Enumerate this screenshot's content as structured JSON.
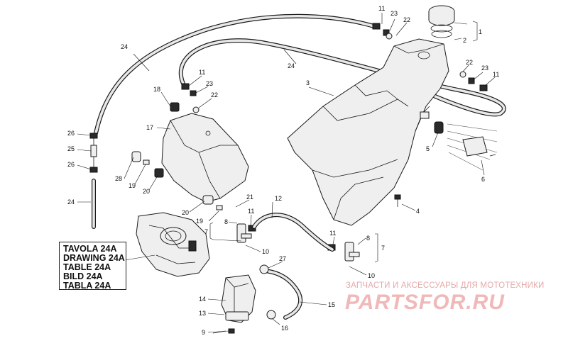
{
  "reference_box": {
    "lines": [
      "TAVOLA 24A",
      "DRAWING 24A",
      "TABLE 24A",
      "BILD 24A",
      "TABLA 24A"
    ]
  },
  "watermark": {
    "caption": "ЗАПЧАСТИ И АКСЕССУАРЫ ДЛЯ МОТОТЕХНИКИ",
    "logo": "PARTSFOR.RU",
    "color": "#f0b8b8"
  },
  "callouts": {
    "c1": "1",
    "c2": "2",
    "c3": "3",
    "c4": "4",
    "c5": "5",
    "c6": "6",
    "c7a": "7",
    "c7b": "7",
    "c8a": "8",
    "c8b": "8",
    "c9": "9",
    "c10a": "10",
    "c10b": "10",
    "c11a": "11",
    "c11b": "11",
    "c11c": "11",
    "c11d": "11",
    "c11e": "11",
    "c12": "12",
    "c13": "13",
    "c14": "14",
    "c15": "15",
    "c16": "16",
    "c17": "17",
    "c18": "18",
    "c19a": "19",
    "c19b": "19",
    "c20a": "20",
    "c20b": "20",
    "c21": "21",
    "c22a": "22",
    "c22b": "22",
    "c22c": "22",
    "c23a": "23",
    "c23b": "23",
    "c23c": "23",
    "c24a": "24",
    "c24b": "24",
    "c24c": "24",
    "c25": "25",
    "c26a": "26",
    "c26b": "26",
    "c27": "27",
    "c28": "28"
  }
}
